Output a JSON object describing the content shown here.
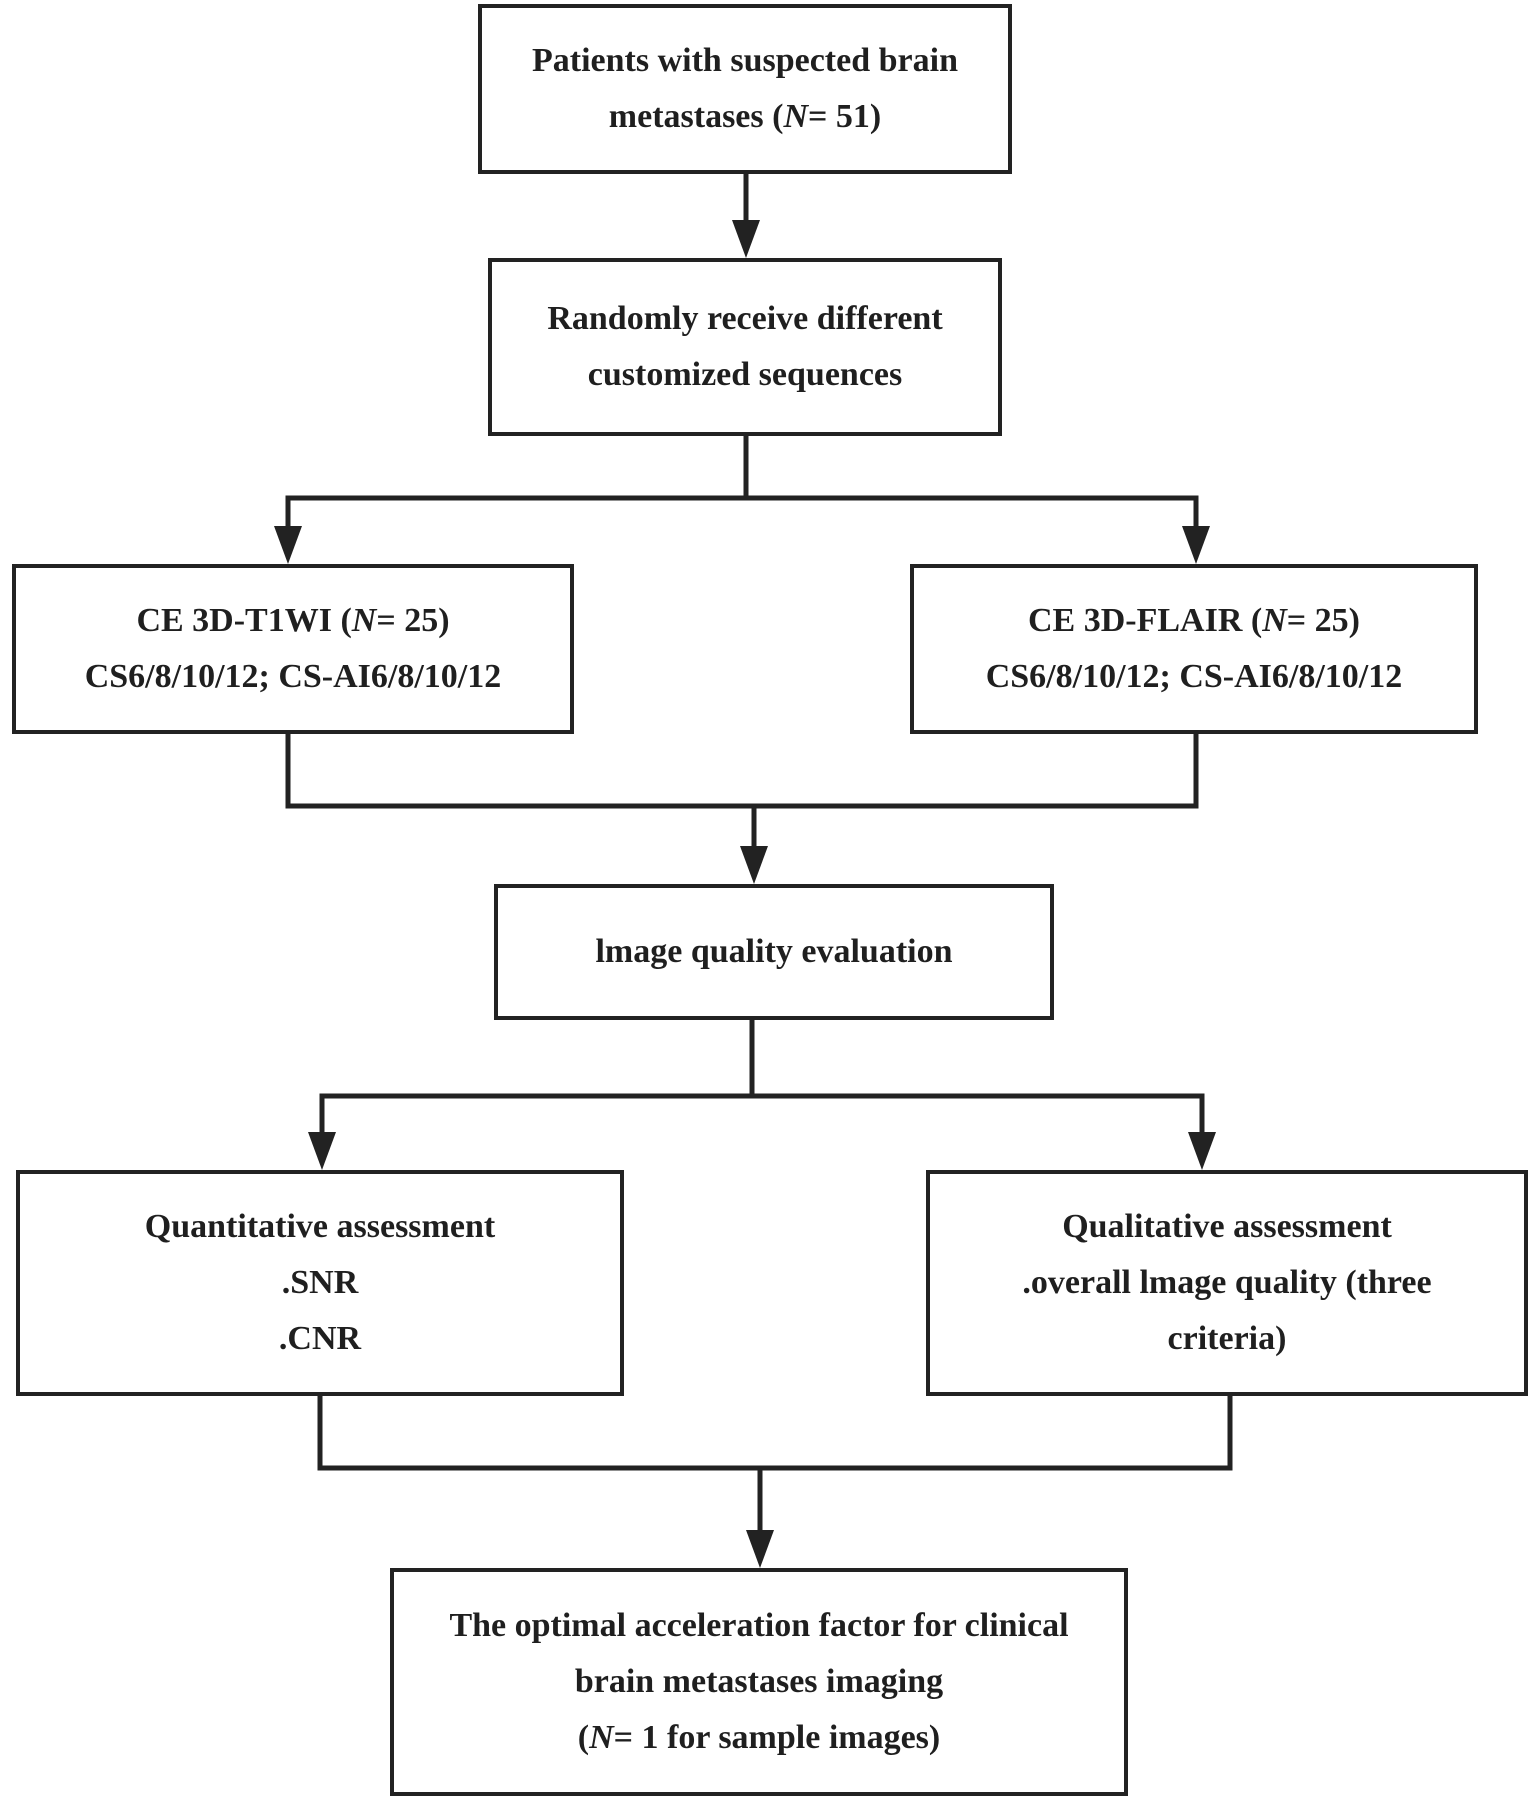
{
  "nodes": {
    "patients": {
      "line1": "Patients with suspected brain",
      "line2_prefix": "metastases (",
      "line2_n": "N",
      "line2_suffix": "= 51)"
    },
    "random": {
      "line1": "Randomly receive different",
      "line2": "customized sequences"
    },
    "t1wi": {
      "line1_prefix": "CE 3D-T1WI (",
      "line1_n": "N",
      "line1_suffix": "= 25)",
      "line2": "CS6/8/10/12; CS-AI6/8/10/12"
    },
    "flair": {
      "line1_prefix": "CE 3D-FLAIR (",
      "line1_n": "N",
      "line1_suffix": "= 25)",
      "line2": "CS6/8/10/12; CS-AI6/8/10/12"
    },
    "iqe": {
      "line1": "lmage quality evaluation"
    },
    "quant": {
      "line1": "Quantitative assessment",
      "line2": ".SNR",
      "line3": ".CNR"
    },
    "qual": {
      "line1": "Qualitative assessment",
      "line2": ".overall lmage quality (three",
      "line3": "criteria)"
    },
    "optimal": {
      "line1": "The optimal acceleration factor for clinical",
      "line2": "brain metastases imaging",
      "line3_prefix": "(",
      "line3_n": "N",
      "line3_suffix": "= 1 for sample images)"
    }
  },
  "edges": [
    {
      "from": "patients",
      "to": "random"
    },
    {
      "from": "random",
      "to": "t1wi"
    },
    {
      "from": "random",
      "to": "flair"
    },
    {
      "from": "t1wi",
      "to": "iqe"
    },
    {
      "from": "flair",
      "to": "iqe"
    },
    {
      "from": "iqe",
      "to": "quant"
    },
    {
      "from": "iqe",
      "to": "qual"
    },
    {
      "from": "quant",
      "to": "optimal"
    },
    {
      "from": "qual",
      "to": "optimal"
    }
  ],
  "colors": {
    "line": "#222222",
    "text": "#1f1f1f",
    "background": "#ffffff"
  }
}
